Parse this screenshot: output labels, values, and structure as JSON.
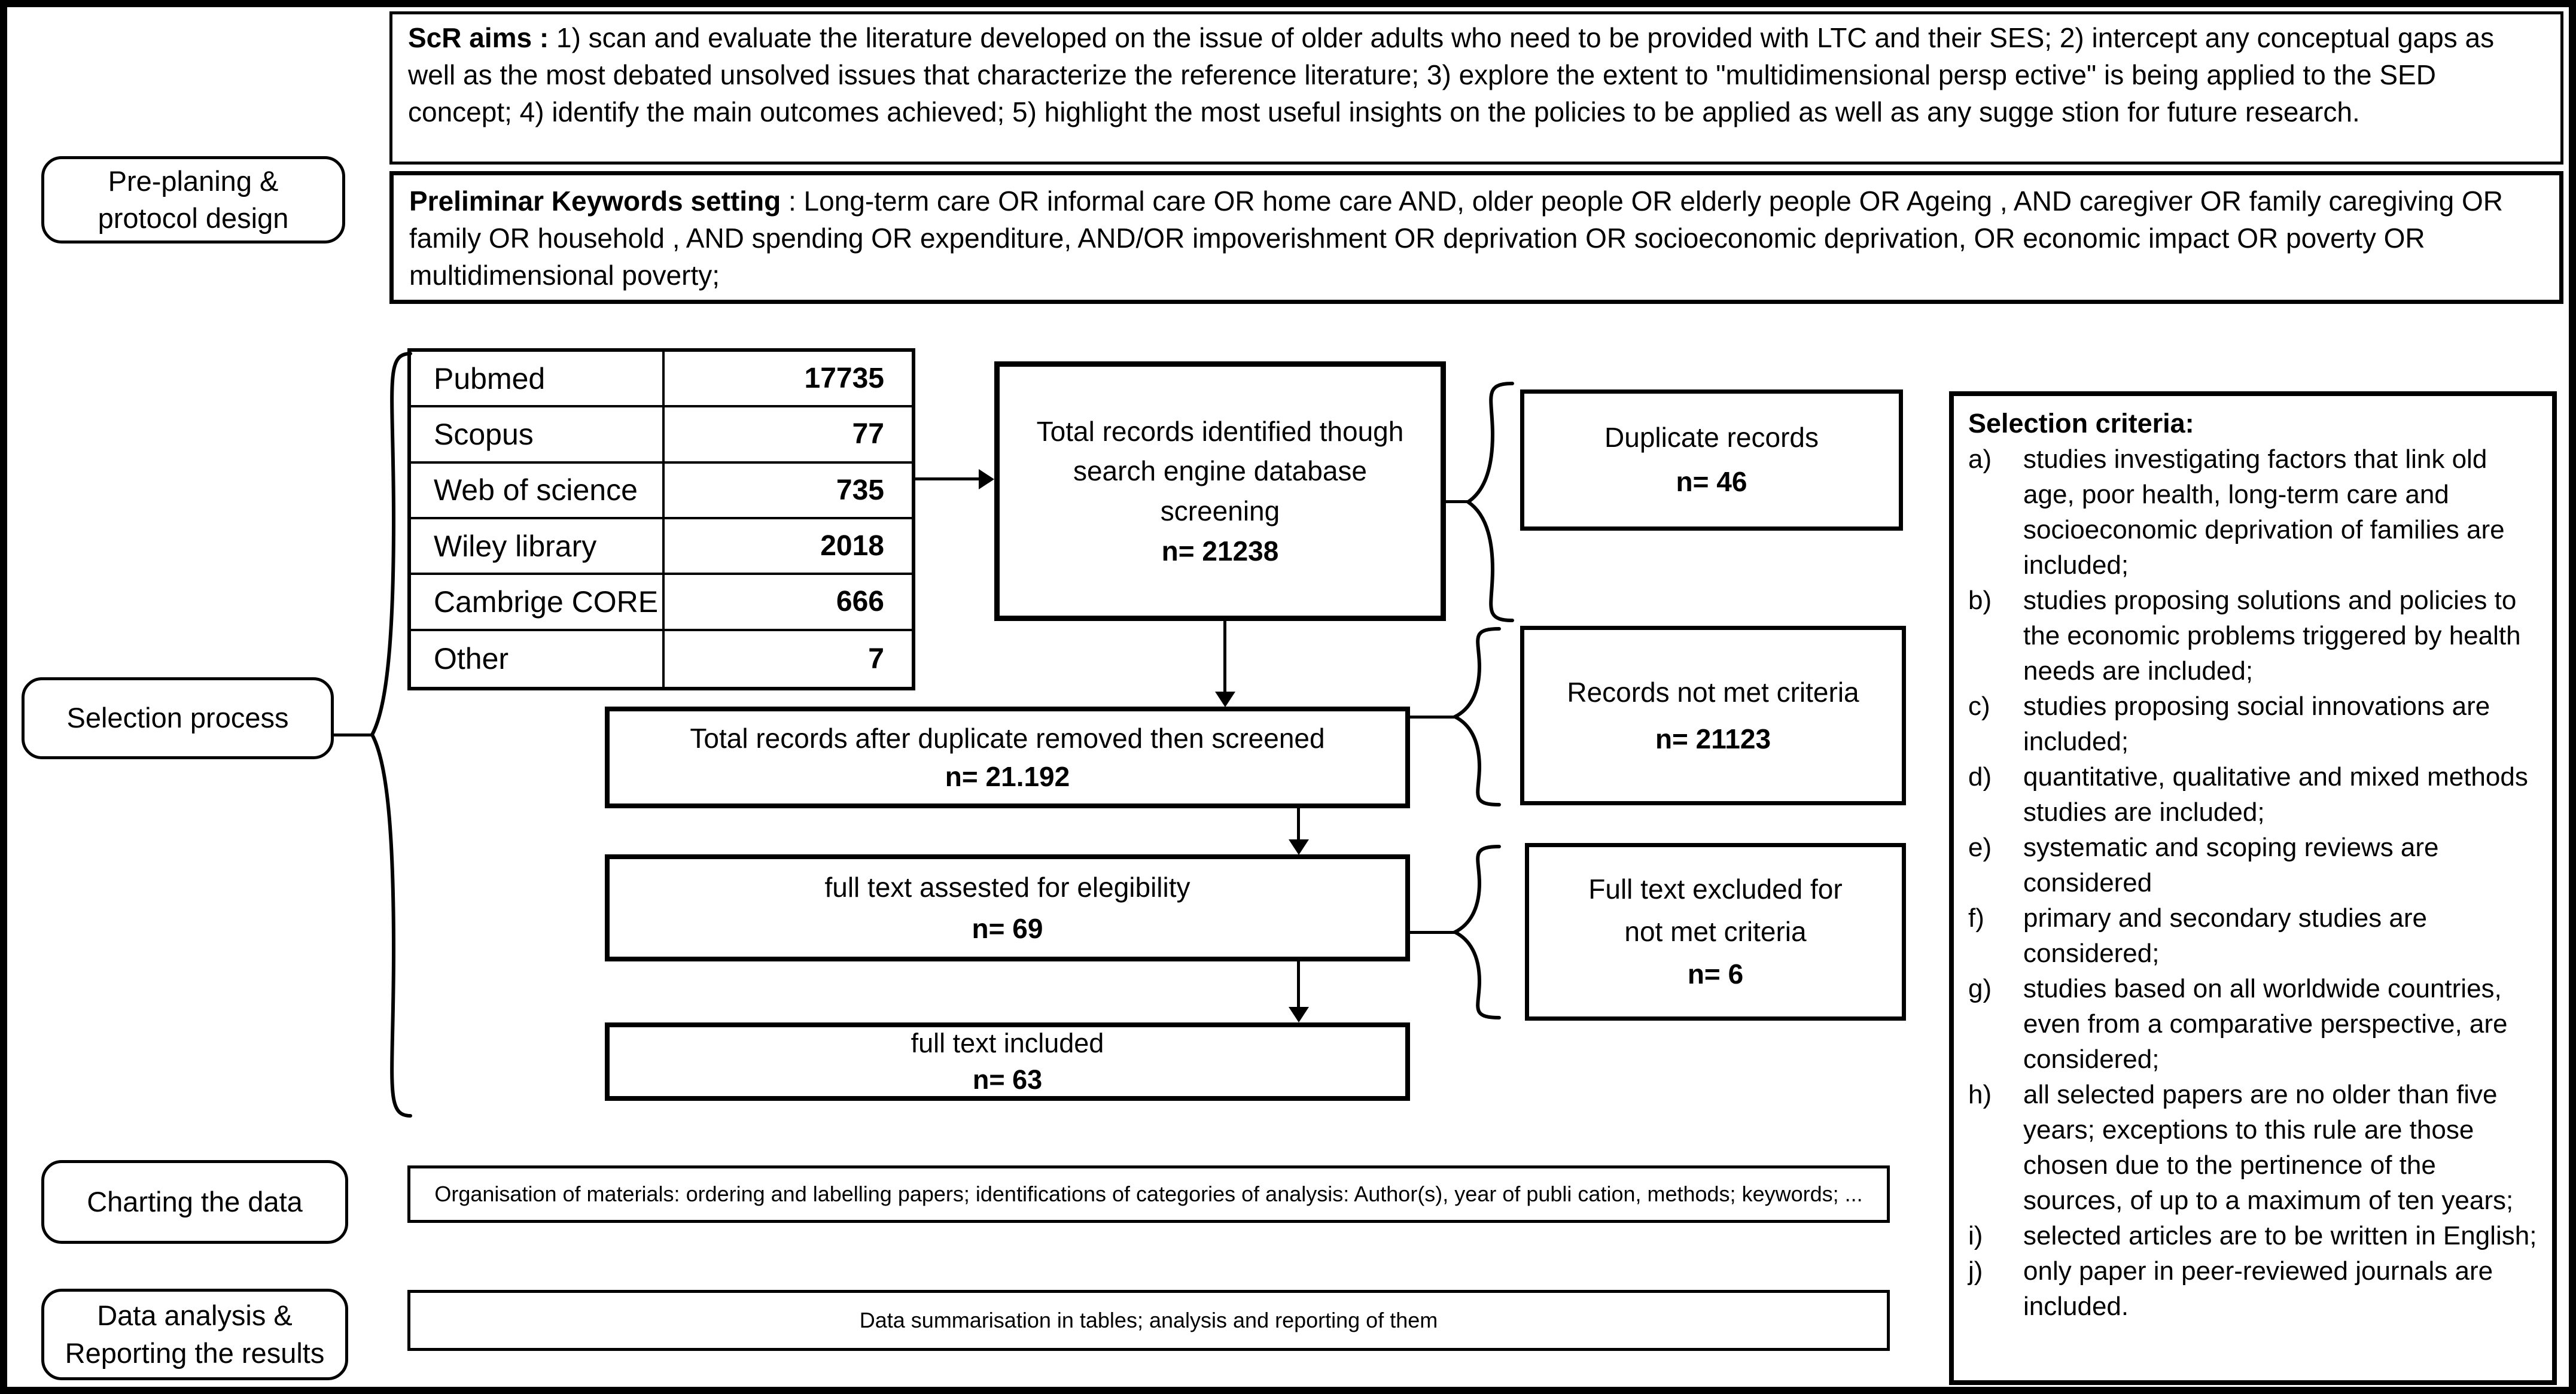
{
  "aims": {
    "label": "ScR aims :",
    "text": "1) scan and evaluate the literature developed on the issue of older adults who need to be provided with LTC and their SES; 2) intercept any conceptual gaps as well as the most debated unsolved issues that characterize the reference literature; 3) explore the extent to \"multidimensional persp ective\" is being applied to the SED concept; 4) identify the main outcomes achieved; 5) highlight the most useful insights on the policies to be applied as well as any sugge stion for future research."
  },
  "keywords": {
    "label": "Preliminar Keywords setting",
    "text": ": Long-term care OR informal care OR home care AND, older people OR elderly people OR Ageing , AND caregiver OR family caregiving OR family OR household , AND spending OR expenditure, AND/OR impoverishment OR deprivation OR socioeconomic deprivation, OR economic impact OR poverty OR multidimensional poverty;"
  },
  "stages": [
    {
      "label": "Pre-planing &\nprotocol design"
    },
    {
      "label": "Selection process"
    },
    {
      "label": "Charting the data"
    },
    {
      "label": "Data analysis &\nReporting the results"
    }
  ],
  "sources": {
    "rows": [
      {
        "name": "Pubmed",
        "count": "17735"
      },
      {
        "name": "Scopus",
        "count": "77"
      },
      {
        "name": "Web of science",
        "count": "735"
      },
      {
        "name": "Wiley library",
        "count": "2018"
      },
      {
        "name": "Cambrige CORE",
        "count": "666"
      },
      {
        "name": "Other",
        "count": "7"
      }
    ]
  },
  "flow": {
    "identified": {
      "text": "Total records identified though\nsearch engine database\nscreening",
      "n": "n= 21238"
    },
    "duplicates": {
      "text": "Duplicate records",
      "n": "n= 46"
    },
    "screened": {
      "text": "Total records after duplicate removed then screened",
      "n": "n= 21.192"
    },
    "not_met": {
      "text": "Records not met criteria",
      "n": "n= 21123"
    },
    "fulltext": {
      "text": "full text assested for elegibility",
      "n": "n= 69"
    },
    "excluded": {
      "text": "Full text excluded for\nnot met criteria",
      "n": "n= 6"
    },
    "included": {
      "text": "full text included",
      "n": "n= 63"
    }
  },
  "criteria": {
    "title": "Selection criteria:",
    "items": [
      {
        "key": "a)",
        "text": "studies investigating factors that link old age, poor health, long-term care and socioeconomic deprivation of families are included;"
      },
      {
        "key": "b)",
        "text": "studies proposing solutions and policies to the economic problems triggered by health needs are included;"
      },
      {
        "key": "c)",
        "text": "studies proposing social innovations are included;"
      },
      {
        "key": "d)",
        "text": "quantitative, qualitative and mixed methods studies are included;"
      },
      {
        "key": "e)",
        "text": "systematic and scoping reviews are considered"
      },
      {
        "key": "f)",
        "text": "primary and secondary studies are considered;"
      },
      {
        "key": "g)",
        "text": "studies based on all worldwide countries, even from a comparative perspective, are considered;"
      },
      {
        "key": "h)",
        "text": "all selected papers are no older than five years; exceptions to this rule are those chosen due to the pertinence of the sources, of up to a maximum of ten years;"
      },
      {
        "key": "i)",
        "text": "selected articles are to be written in English;"
      },
      {
        "key": "j)",
        "text": "only paper in peer-reviewed journals are included."
      }
    ]
  },
  "charting_box": "Organisation of materials: ordering and labelling papers; identifications of categories of analysis: Author(s), year of publi cation, methods; keywords; ...",
  "analysis_box": "Data summarisation in tables; analysis and reporting of them"
}
